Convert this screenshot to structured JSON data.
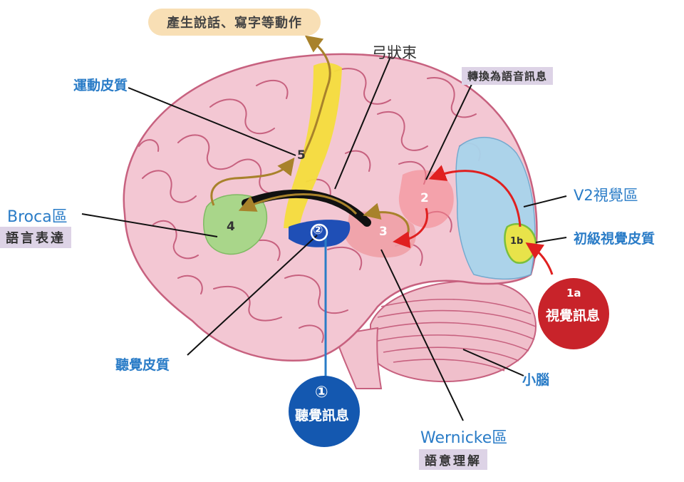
{
  "top_output": "產生說話、寫字等動作",
  "arcuate": "弓狀束",
  "convert": "轉換為語音訊息",
  "motor_cortex": "運動皮質",
  "broca": "Broca區",
  "broca_sub": "語言表達",
  "v2": "V2視覺區",
  "primary_visual": "初級視覺皮質",
  "visual_info_num": "1a",
  "visual_info": "視覺訊息",
  "auditory_cortex": "聽覺皮質",
  "cerebellum": "小腦",
  "auditory_info_num": "①",
  "auditory_info": "聽覺訊息",
  "wernicke": "Wernicke區",
  "wernicke_sub": "語意理解",
  "markers": {
    "m1b": "1b",
    "m2": "2",
    "m3": "3",
    "m4": "4",
    "m5": "5",
    "m2circle": "②"
  },
  "colors": {
    "brain": "#f3c7d3",
    "brain_line": "#c7617f",
    "motor_yellow": "#f4dd3c",
    "broca_green": "#a9d68a",
    "auditory_blue": "#1f4fb6",
    "wernicke_pink": "#f0a0a6",
    "visual_blue": "#a9d4ec",
    "arrow_brown": "#a8822b",
    "arrow_red": "#e02020",
    "label_blue": "#2a7cc7",
    "badge_red": "#c8232a",
    "badge_blue": "#1458b0"
  }
}
